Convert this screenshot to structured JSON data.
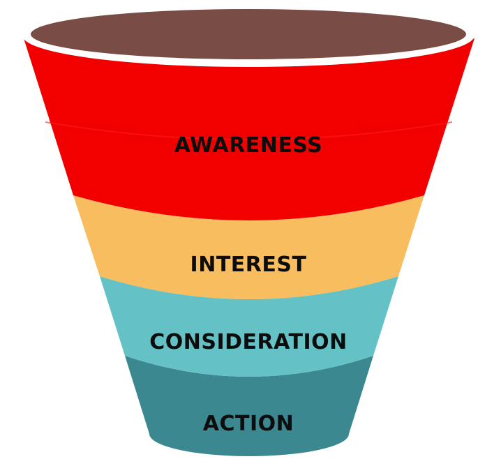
{
  "funnel": {
    "stages": [
      {
        "label": "AWARENESS",
        "color": "#f20000"
      },
      {
        "label": "INTEREST",
        "color": "#f7bd5f"
      },
      {
        "label": "CONSIDERATION",
        "color": "#64c2c6"
      },
      {
        "label": "ACTION",
        "color": "#3b8891"
      }
    ],
    "rim_color": "#7a4c46",
    "rim_outline_color": "#ffffff"
  }
}
